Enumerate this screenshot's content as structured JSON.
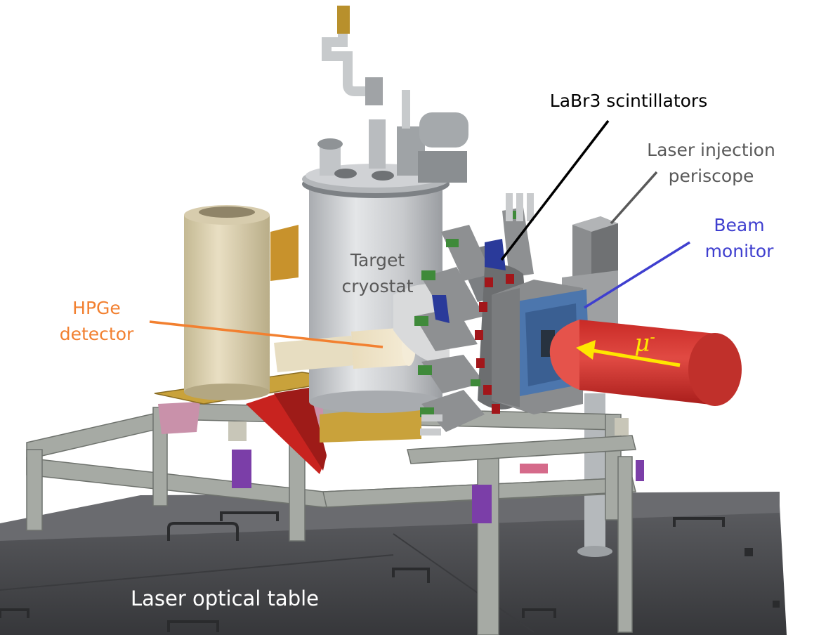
{
  "labels": {
    "labr3": "LaBr3 scintillators",
    "laser_injection": [
      "Laser injection",
      "periscope"
    ],
    "beam_monitor": [
      "Beam",
      "monitor"
    ],
    "target_cryostat": [
      "Target",
      "cryostat"
    ],
    "hpge_detector": [
      "HPGe",
      "detector"
    ],
    "optical_table": "Laser optical table",
    "muon": "μ",
    "muon_charge": "-"
  },
  "colors": {
    "labr3_label": "#000000",
    "laser_injection_label": "#595959",
    "beam_monitor_label": "#3f3fcf",
    "target_label": "#5a5a5a",
    "hpge_label": "#f28030",
    "optical_table_label": "#ffffff",
    "muon_arrow": "#ffe600",
    "beam_pipe": "#d8332e",
    "optical_table": "#48494c",
    "frame": "#a6aaa4",
    "cryostat": "#cfd1d4",
    "hpge_body": "#ddd2b4",
    "scintillator_housing": "#8e9092",
    "beam_monitor_plate": "#4c76ad"
  }
}
